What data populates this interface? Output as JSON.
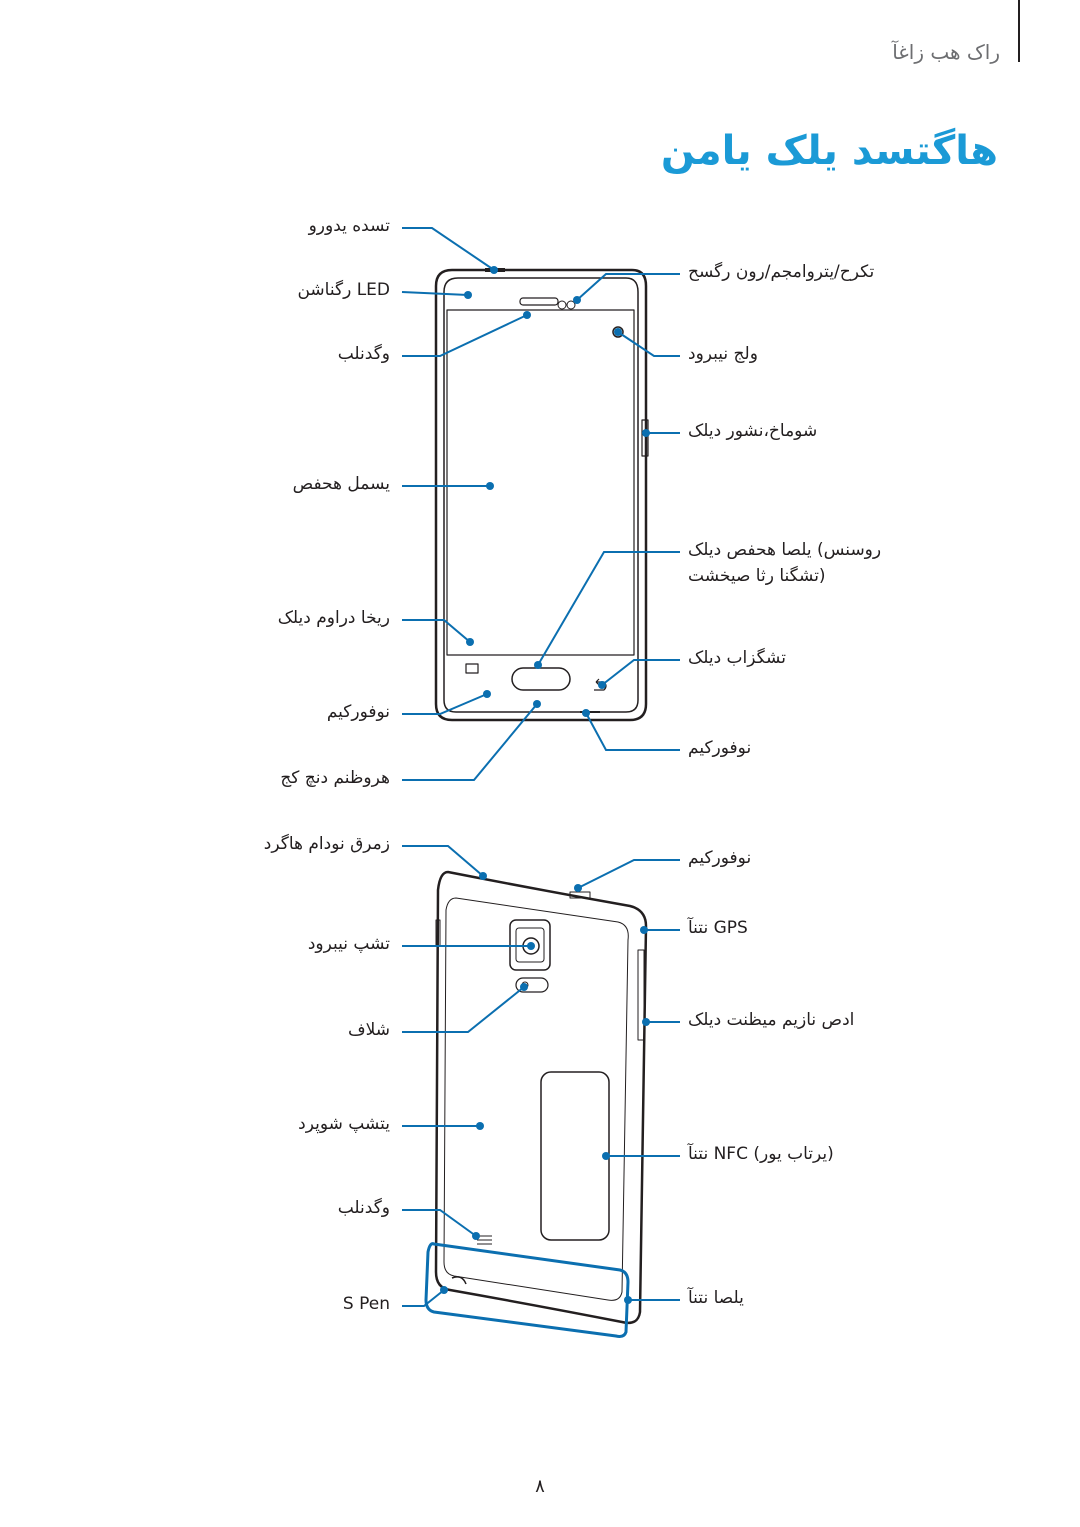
{
  "header": {
    "section": "راک هب زاغآ",
    "title": "هاگتسد یلک یامن"
  },
  "front_labels": {
    "power_key": "تسده یدورو",
    "led": "LED رگناشن",
    "speaker": "وگدنلب",
    "touchscreen": "یسمل هحفص",
    "recent_apps": "ریخا دراوم دیلک",
    "mic_bottom_left": "نوفورکیم",
    "multipurpose_jack": "هروظنم دنچ کج",
    "sensor": "تکرح/یتروامجم/رون رگسح",
    "front_camera": "ولج نیبرود",
    "power_key_right": "شوماخ،نشور دیلک",
    "home_key_line1": "روسنس) یلصا هحفص دیلک",
    "home_key_line2": "(تشگنا رثا صیخشت",
    "back_key": "تشگزاب دیلک",
    "mic_bottom_right": "نوفورکیم"
  },
  "back_labels": {
    "ir_led": "زمرق نودام هاگرد",
    "rear_camera": "تشپ نیبرود",
    "flash": "شلاف",
    "back_cover": "یتشپ شوپرد",
    "speaker": "وگدنلب",
    "spen": "S Pen",
    "mic_top": "نوفورکیم",
    "gps_antenna": "GPS نتنآ",
    "volume_key": "ادص نازیم میظنت دیلک",
    "nfc_antenna": "(یرتاب یور) NFC نتنآ",
    "main_antenna": "یلصا نتنآ"
  },
  "page_number": "۸",
  "colors": {
    "accent": "#1b9ad6",
    "leader": "#0b6fb0",
    "text": "#231f20"
  }
}
